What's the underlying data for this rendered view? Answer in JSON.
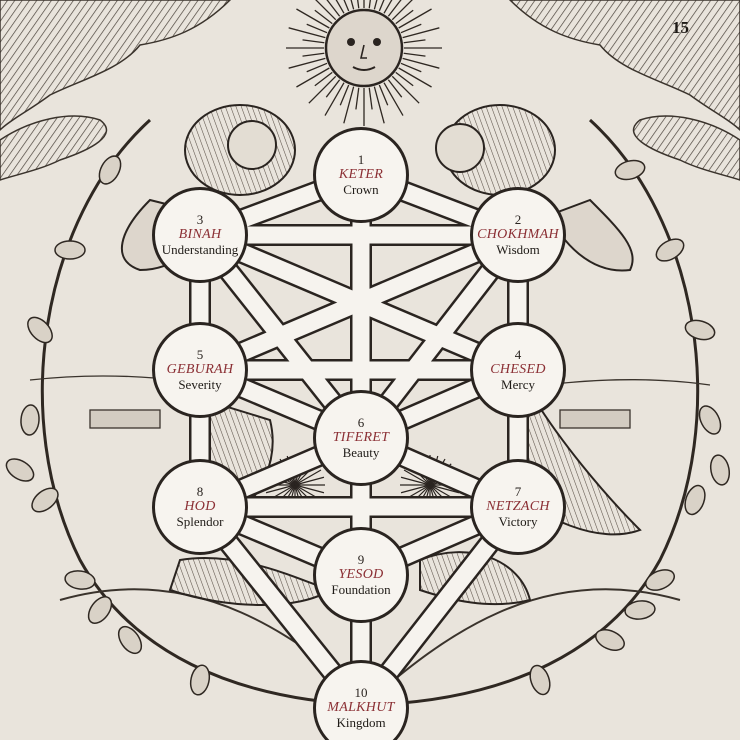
{
  "page": {
    "number": "15"
  },
  "colors": {
    "paper": "#e9e4dc",
    "ink": "#2a2420",
    "hebrew_name": "#8b2f34",
    "circle_fill": "#f7f4ef"
  },
  "illustration": [
    "sun-face",
    "two-cherubs",
    "vine-wreath",
    "clouds",
    "kneeling-figures",
    "landscape"
  ],
  "sephirot": [
    {
      "id": "keter",
      "number": "1",
      "name": "KETER",
      "meaning": "Crown"
    },
    {
      "id": "chokhmah",
      "number": "2",
      "name": "CHOKHMAH",
      "meaning": "Wisdom"
    },
    {
      "id": "binah",
      "number": "3",
      "name": "BINAH",
      "meaning": "Understanding"
    },
    {
      "id": "chesed",
      "number": "4",
      "name": "CHESED",
      "meaning": "Mercy"
    },
    {
      "id": "geburah",
      "number": "5",
      "name": "GEBURAH",
      "meaning": "Severity"
    },
    {
      "id": "tiferet",
      "number": "6",
      "name": "TIFERET",
      "meaning": "Beauty"
    },
    {
      "id": "netzach",
      "number": "7",
      "name": "NETZACH",
      "meaning": "Victory"
    },
    {
      "id": "hod",
      "number": "8",
      "name": "HOD",
      "meaning": "Splendor"
    },
    {
      "id": "yesod",
      "number": "9",
      "name": "YESOD",
      "meaning": "Foundation"
    },
    {
      "id": "malkhut",
      "number": "10",
      "name": "MALKHUT",
      "meaning": "Kingdom"
    }
  ],
  "paths": [
    [
      "keter",
      "chokhmah"
    ],
    [
      "keter",
      "binah"
    ],
    [
      "keter",
      "tiferet"
    ],
    [
      "chokhmah",
      "binah"
    ],
    [
      "chokhmah",
      "chesed"
    ],
    [
      "chokhmah",
      "tiferet"
    ],
    [
      "chokhmah",
      "geburah"
    ],
    [
      "binah",
      "geburah"
    ],
    [
      "binah",
      "tiferet"
    ],
    [
      "binah",
      "chesed"
    ],
    [
      "chesed",
      "geburah"
    ],
    [
      "chesed",
      "tiferet"
    ],
    [
      "chesed",
      "netzach"
    ],
    [
      "geburah",
      "tiferet"
    ],
    [
      "geburah",
      "hod"
    ],
    [
      "tiferet",
      "netzach"
    ],
    [
      "tiferet",
      "hod"
    ],
    [
      "tiferet",
      "yesod"
    ],
    [
      "netzach",
      "hod"
    ],
    [
      "netzach",
      "yesod"
    ],
    [
      "netzach",
      "malkhut"
    ],
    [
      "hod",
      "yesod"
    ],
    [
      "hod",
      "malkhut"
    ],
    [
      "yesod",
      "malkhut"
    ]
  ]
}
